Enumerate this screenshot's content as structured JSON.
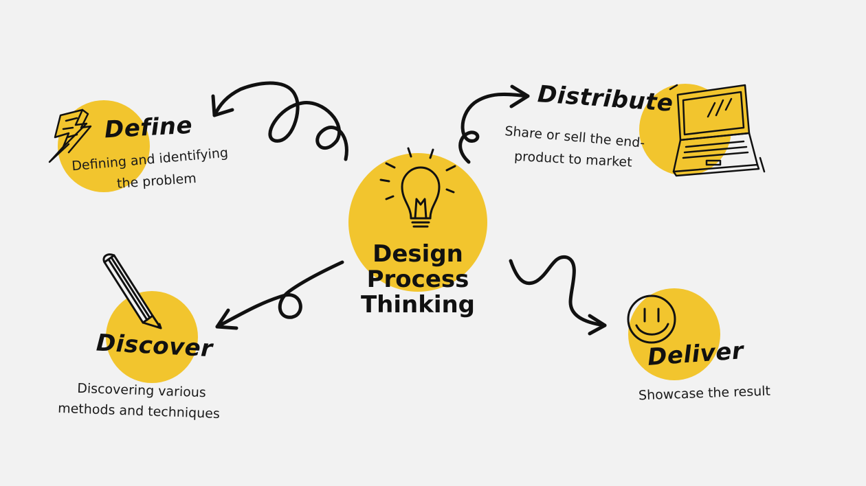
{
  "colors": {
    "background": "#f2f2f2",
    "accent_yellow": "#f2c52e",
    "ink": "#111111"
  },
  "center": {
    "lines": [
      "Design",
      "Process",
      "Thinking"
    ],
    "icon": "lightbulb-icon"
  },
  "steps": {
    "define": {
      "title": "Define",
      "desc_line1": "Defining and  identifying",
      "desc_line2": "the problem",
      "icon": "lightning-bolt-icon"
    },
    "distribute": {
      "title": "Distribute",
      "desc_line1": "Share or sell the end-",
      "desc_line2": "product to market",
      "icon": "laptop-icon"
    },
    "discover": {
      "title": "Discover",
      "desc_line1": "Discovering various",
      "desc_line2": "methods and techniques",
      "icon": "pencil-icon"
    },
    "deliver": {
      "title": "Deliver",
      "desc_line1": "Showcase the result",
      "icon": "smiley-face-icon"
    }
  }
}
